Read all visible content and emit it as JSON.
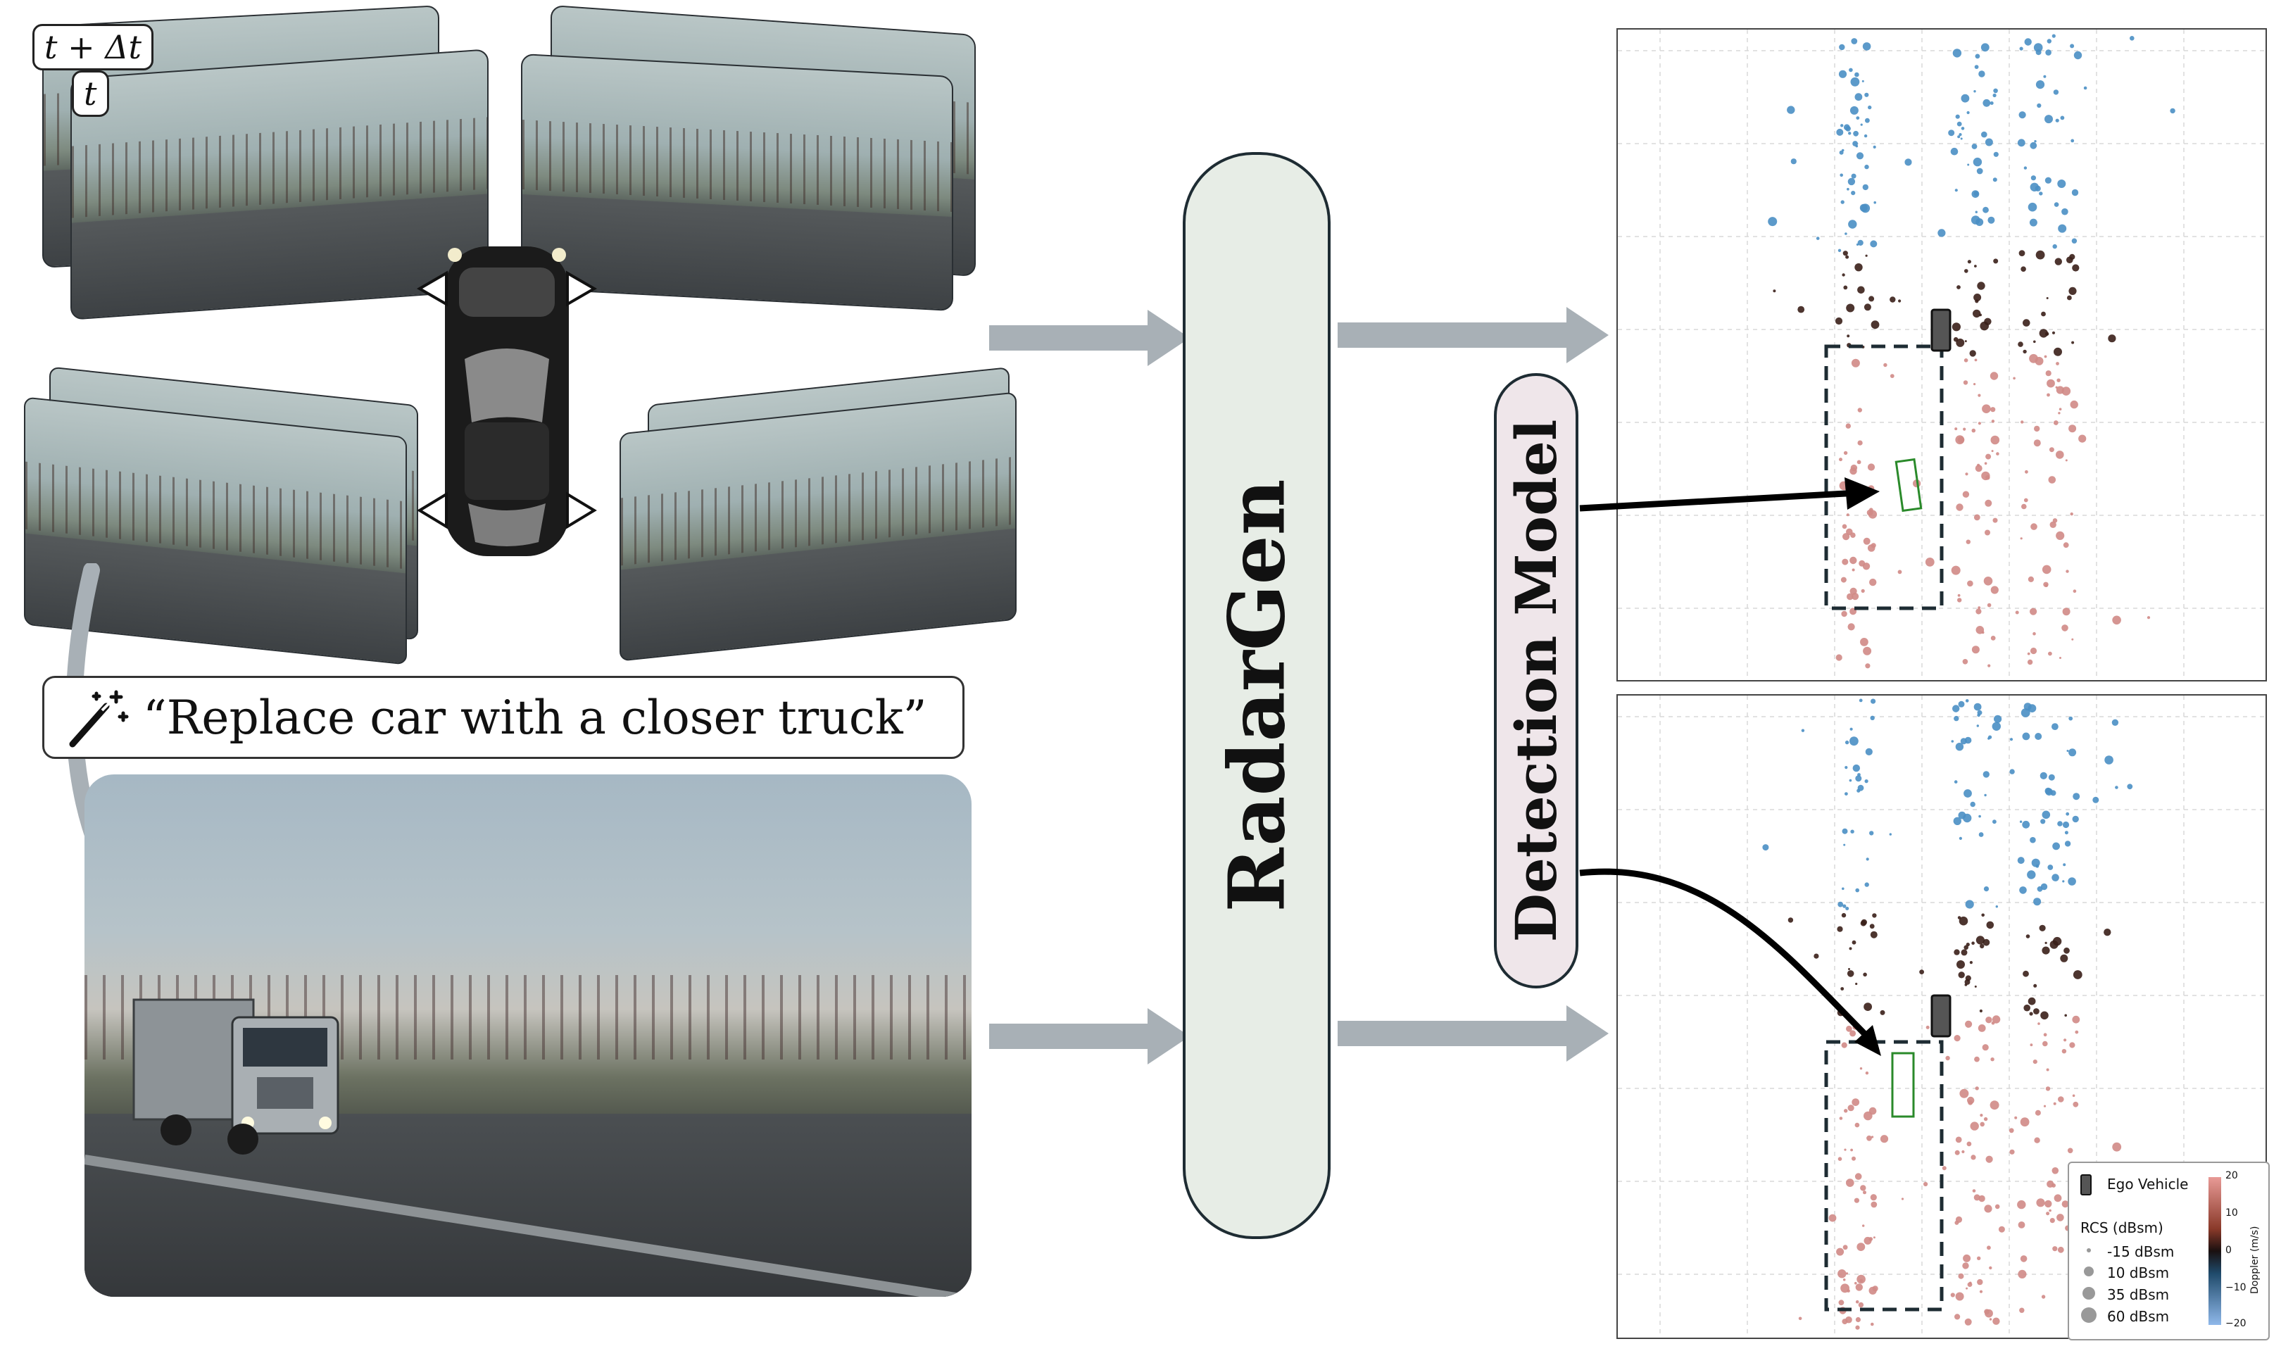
{
  "camera_labels": {
    "t_plus": "t + Δt",
    "t": "t"
  },
  "prompt": {
    "text": "“Replace car with a closer truck”",
    "icon": "magic-wand-icon"
  },
  "blocks": {
    "radargen": "RadarGen",
    "detection": "Detection Model"
  },
  "legend": {
    "ego": "Ego Vehicle",
    "rcs_title": "RCS (dBsm)",
    "rcs_items": [
      "-15 dBsm",
      "10 dBsm",
      "35 dBsm",
      "60 dBsm"
    ],
    "colorbar_label": "Doppler (m/s)",
    "colorbar_ticks": [
      "20",
      "10",
      "0",
      "−10",
      "−20"
    ]
  },
  "colors": {
    "arrow": "#a8b0b6",
    "box": "#1e2c33",
    "approach": "#3f86b8",
    "recede": "#c98a86",
    "near": "#3a1f18",
    "detection_box": "#2a8a2a"
  }
}
